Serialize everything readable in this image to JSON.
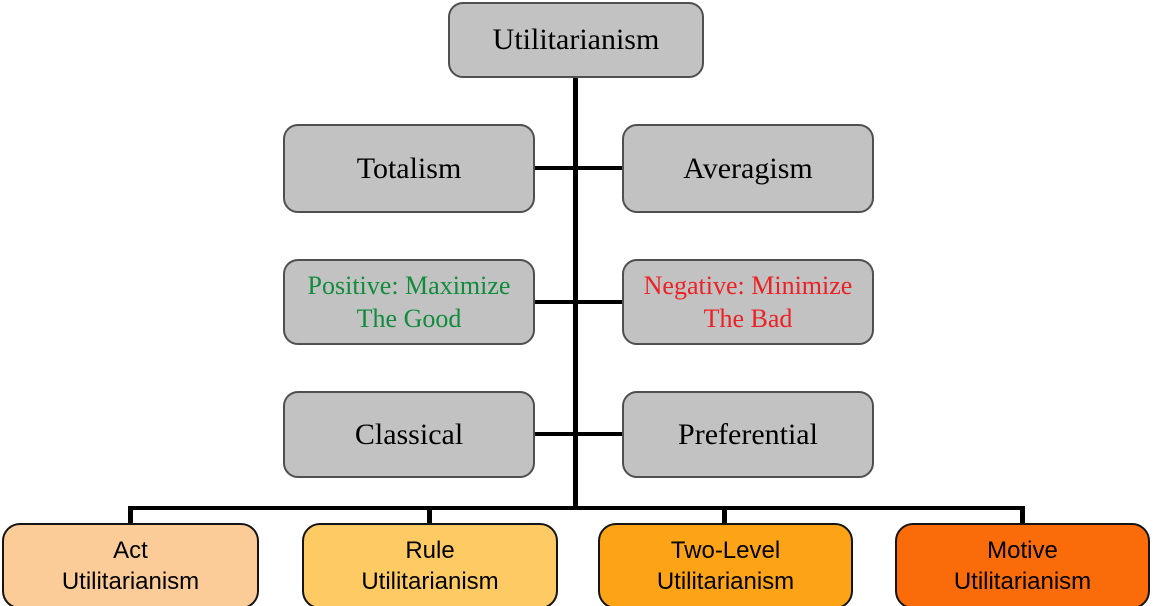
{
  "diagram_type": "tree",
  "nodes": {
    "root": {
      "label": "Utilitarianism"
    },
    "totalism": {
      "label": "Totalism"
    },
    "averagism": {
      "label": "Averagism"
    },
    "positive": {
      "line1": "Positive: Maximize",
      "line2": "The Good"
    },
    "negative": {
      "line1": "Negative: Minimize",
      "line2": "The Bad"
    },
    "classical": {
      "label": "Classical"
    },
    "preferential": {
      "label": "Preferential"
    },
    "act": {
      "line1": "Act",
      "line2": "Utilitarianism"
    },
    "rule": {
      "line1": "Rule",
      "line2": "Utilitarianism"
    },
    "two_level": {
      "line1": "Two-Level",
      "line2": "Utilitarianism"
    },
    "motive": {
      "line1": "Motive",
      "line2": "Utilitarianism"
    }
  },
  "colors": {
    "gray_node_fill": "#C2C2C2",
    "gray_node_border": "#4F4F4F",
    "positive_text": "#108C3C",
    "negative_text": "#EC2125",
    "act_fill": "#FBCB98",
    "rule_fill": "#FDCA64",
    "two_level_fill": "#FCA316",
    "motive_fill": "#FA6B0A",
    "connector": "#000000",
    "background": "#FFFFFF"
  }
}
